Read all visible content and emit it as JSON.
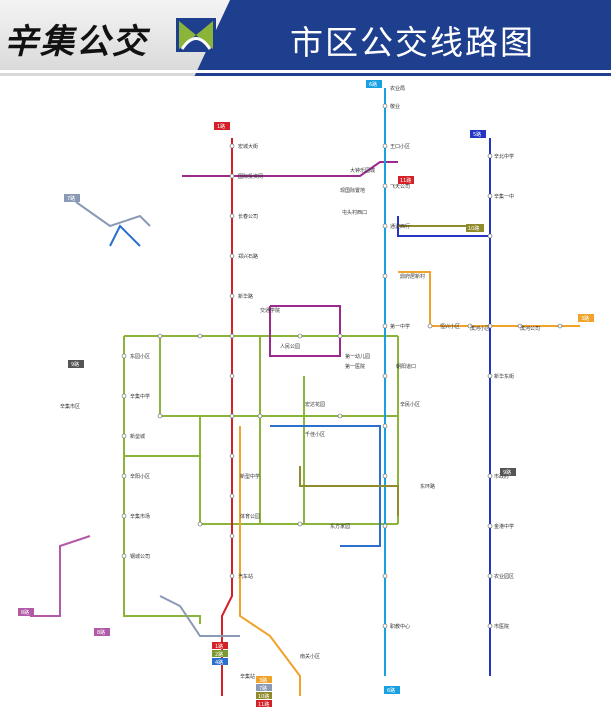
{
  "header": {
    "brand": "辛集公交",
    "title": "市区公交线路图",
    "logo_icon": "bus-logo-icon"
  },
  "colors": {
    "header_bg": "#1e3e8e",
    "line_1": "#d42027",
    "line_2": "#9c2a8e",
    "line_3": "#f0a32a",
    "line_4": "#2a6fcf",
    "line_5": "#2434c4",
    "line_6": "#19a0e0",
    "line_7": "#8a9ab5",
    "line_8": "#b05aa8",
    "line_10": "#8f8a2a",
    "line_11": "#7c9a2f",
    "line_main": "#8ab43a"
  },
  "route_badges": [
    {
      "label": "1路",
      "color": "#d42027"
    },
    {
      "label": "2路",
      "color": "#9c2a8e"
    },
    {
      "label": "3路",
      "color": "#f0a32a"
    },
    {
      "label": "4路",
      "color": "#2a6fcf"
    },
    {
      "label": "5路",
      "color": "#2434c4"
    },
    {
      "label": "6路",
      "color": "#19a0e0"
    },
    {
      "label": "7路",
      "color": "#8a9ab5"
    },
    {
      "label": "8路",
      "color": "#b05aa8"
    },
    {
      "label": "9路",
      "color": "#555555"
    },
    {
      "label": "10路",
      "color": "#8f8a2a"
    },
    {
      "label": "11路",
      "color": "#d42027"
    }
  ],
  "stations": [
    "农业局",
    "敬业",
    "王口小区",
    "飞天公司",
    "大钟乐园城",
    "通波西行",
    "现国际置地",
    "屯头村西口",
    "鼎府居新村",
    "宏城大街",
    "国际投资网",
    "长春公司",
    "郑兴石路",
    "新华路",
    "第一中学",
    "朝阳道口",
    "第一幼儿园",
    "第一医院",
    "辛民小区",
    "恒兴小区",
    "滨河小区",
    "滨河公司",
    "辛集一中",
    "辛北中学",
    "新华东街",
    "市政府",
    "金港中学",
    "交通学院",
    "人民公园",
    "宏达花园",
    "千佳小区",
    "东园小区",
    "辛集中学",
    "新垒城",
    "辛阳小区",
    "辛集市场",
    "钢城公司",
    "新型中学",
    "体育公园",
    "汽车站",
    "辛集站",
    "南关小区",
    "职教中心",
    "农业园区",
    "市医院",
    "东方家园",
    "东环路",
    "辛集市区"
  ]
}
